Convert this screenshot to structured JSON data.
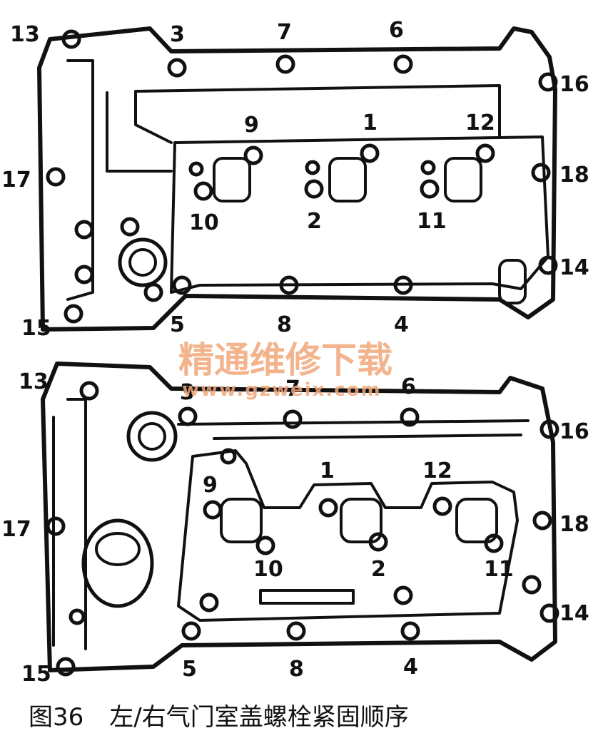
{
  "upper_cover": {
    "labels": [
      "13",
      "3",
      "7",
      "6",
      "16",
      "9",
      "1",
      "12",
      "17",
      "18",
      "10",
      "2",
      "11",
      "14",
      "15",
      "5",
      "8",
      "4"
    ]
  },
  "lower_cover": {
    "labels": [
      "13",
      "3",
      "7",
      "6",
      "16",
      "1",
      "12",
      "9",
      "17",
      "18",
      "10",
      "2",
      "11",
      "14",
      "15",
      "5",
      "8",
      "4"
    ]
  },
  "watermark": {
    "text": "精通维修下载",
    "url": "www.gzweix.com"
  },
  "caption": {
    "figure": "图36",
    "text": "左/右气门室盖螺栓紧固顺序"
  }
}
